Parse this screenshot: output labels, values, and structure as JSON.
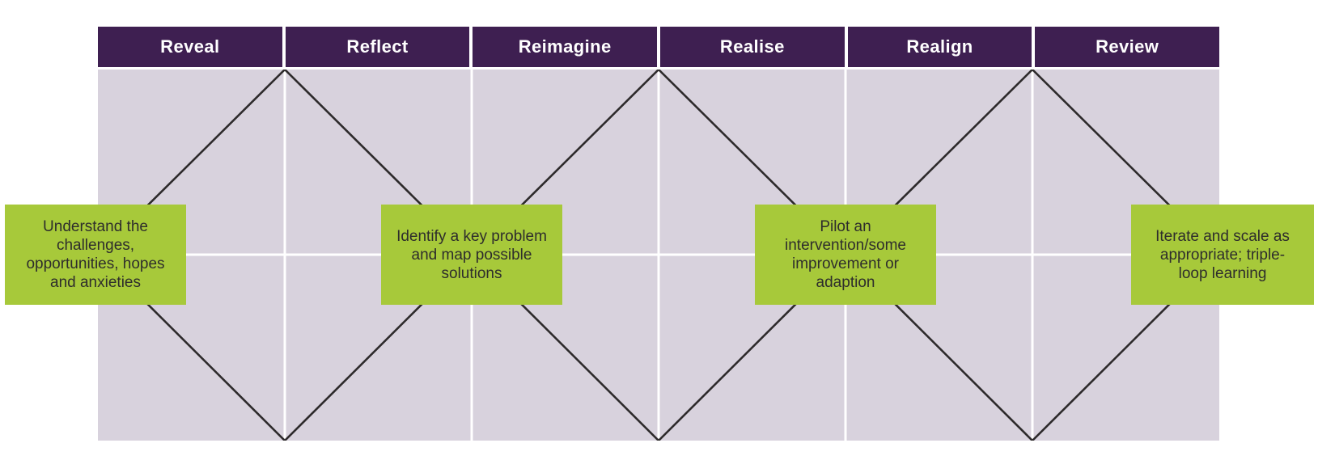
{
  "phases": [
    {
      "label": "Reveal"
    },
    {
      "label": "Reflect"
    },
    {
      "label": "Reimagine"
    },
    {
      "label": "Realise"
    },
    {
      "label": "Realign"
    },
    {
      "label": "Review"
    }
  ],
  "notes": [
    {
      "text": "Understand the challenges, opportunities, hopes and anxieties"
    },
    {
      "text": "Identify a key problem and map possible solutions"
    },
    {
      "text": "Pilot an intervention/some improvement or adaption"
    },
    {
      "text": "Iterate and scale as appropriate; triple-loop learning"
    }
  ],
  "colors": {
    "header_purple": "#3e1f51",
    "board_lavender": "#d8d2dd",
    "note_green": "#a7c93a",
    "diamond_line": "#2d2a2b",
    "grid_white": "#ffffff",
    "header_text": "#ffffff",
    "note_text": "#2e2d2c"
  }
}
